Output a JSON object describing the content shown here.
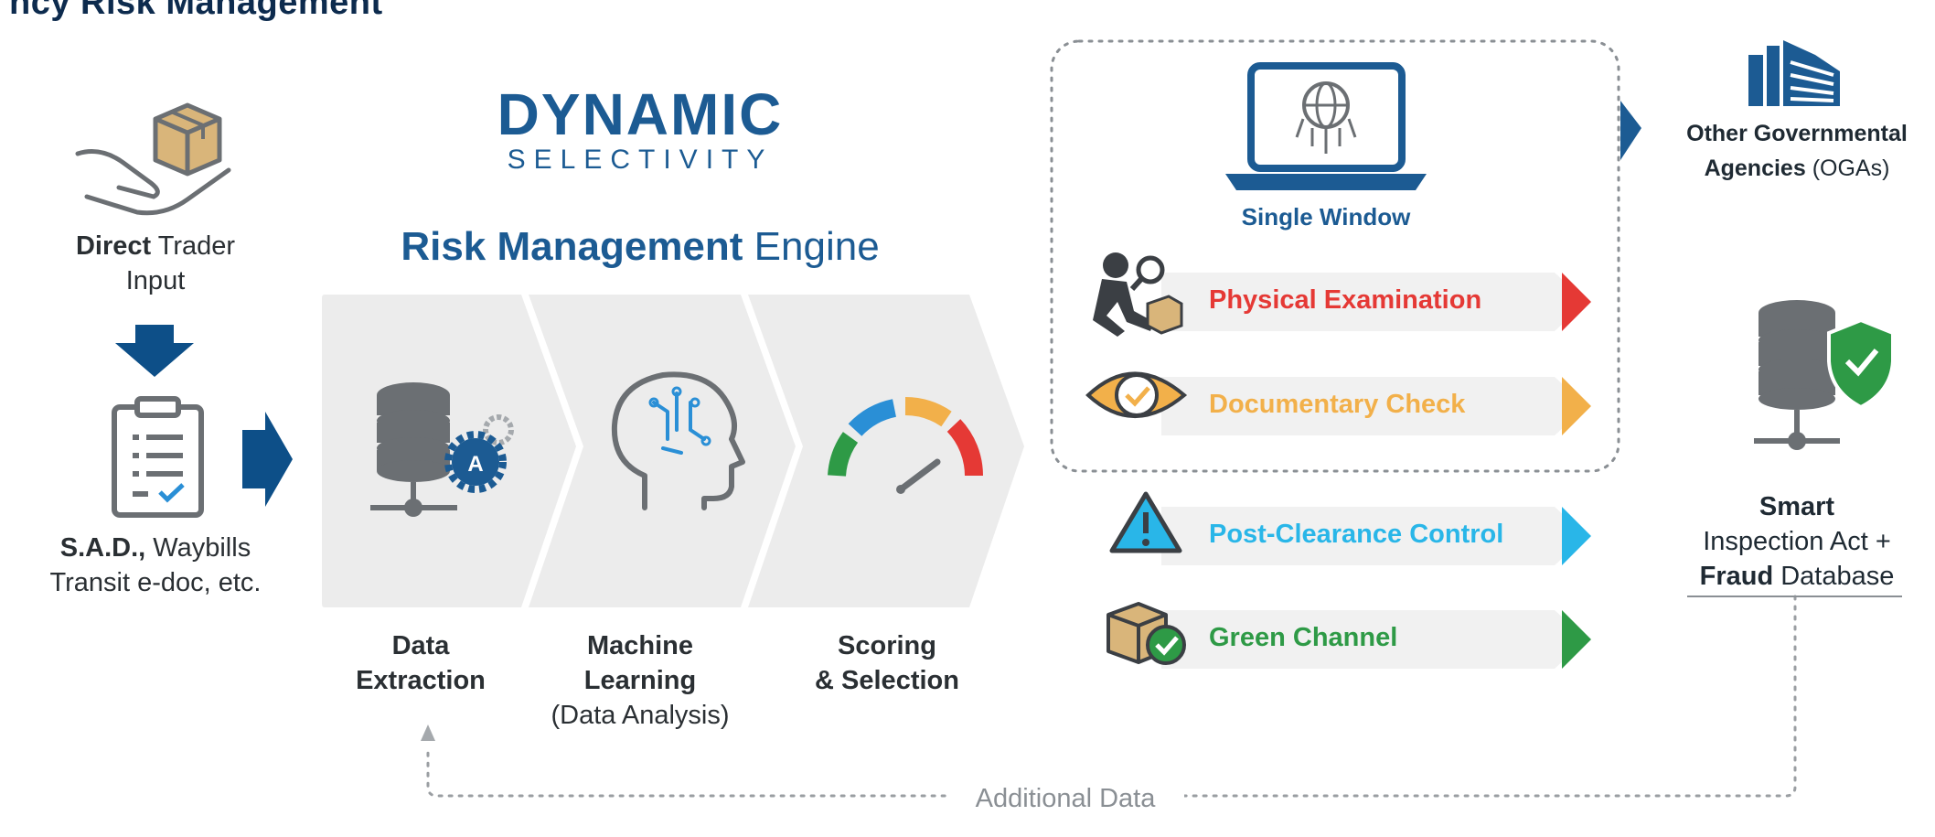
{
  "heading": "ncy Risk Management",
  "left": {
    "input_bold": "Direct",
    "input_rest": " Trader",
    "input_line2": "Input",
    "docs_bold": "S.A.D.,",
    "docs_rest": " Waybills",
    "docs_line2": "Transit e-doc, etc."
  },
  "brand": {
    "name": "DYNAMIC",
    "sub": "SELECTIVITY",
    "engine_bold": "Risk Management",
    "engine_rest": " Engine"
  },
  "steps": [
    {
      "line1": "Data",
      "line2": "Extraction",
      "sub": ""
    },
    {
      "line1": "Machine",
      "line2": "Learning",
      "sub": "(Data Analysis)"
    },
    {
      "line1": "Scoring",
      "line2": "& Selection",
      "sub": ""
    }
  ],
  "single_window": "Single Window",
  "outcomes": [
    {
      "label": "Physical Examination",
      "color": "#e53935",
      "icon": "inspector-icon"
    },
    {
      "label": "Documentary Check",
      "color": "#f2b04a",
      "icon": "eye-check-icon"
    },
    {
      "label": "Post-Clearance Control",
      "color": "#29b6e8",
      "icon": "warning-icon"
    },
    {
      "label": "Green Channel",
      "color": "#2e9a46",
      "icon": "box-check-icon"
    }
  ],
  "oga": {
    "bold": "Other Governmental",
    "line2_bold": "Agencies",
    "line2_rest": " (OGAs)"
  },
  "smart": {
    "line1": "Smart",
    "line2": "Inspection Act +",
    "line3_bold": "Fraud",
    "line3_rest": " Database"
  },
  "additional_data": "Additional Data",
  "colors": {
    "brand_blue": "#1c5b93",
    "dark_blue": "#0d4f88",
    "panel_grey": "#ececec",
    "icon_grey": "#6b6f73"
  }
}
